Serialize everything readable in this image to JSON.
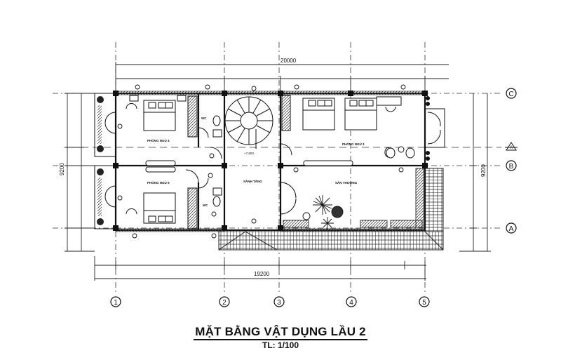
{
  "drawing": {
    "title": "MẶT BẰNG VẬT DỤNG LẦU 2",
    "scale": "TL: 1/100",
    "dimensions": {
      "overall_top": "20000",
      "overall_bottom": "19200",
      "left_side": "9200",
      "right_side": "9200"
    },
    "grid_columns": [
      "1",
      "2",
      "3",
      "4",
      "5"
    ],
    "grid_rows": [
      "C",
      "B",
      "A"
    ],
    "section_marker": "A",
    "rooms": [
      {
        "name": "PHÒNG NGỦ 4",
        "id": "bedroom-4"
      },
      {
        "name": "PHÒNG NGỦ 5",
        "id": "bedroom-5"
      },
      {
        "name": "PHÒNG NGỦ 3",
        "id": "bedroom-3"
      },
      {
        "name": "WC",
        "id": "wc-upper"
      },
      {
        "name": "WC",
        "id": "wc-lower"
      },
      {
        "name": "SẢNH TẦNG",
        "id": "floor-hall"
      },
      {
        "name": "SÂN THƯỢNG",
        "id": "terrace"
      }
    ],
    "level_mark": "+7.800"
  },
  "colors": {
    "line": "#1a1a1a",
    "background": "#ffffff",
    "hatch": "#555555"
  }
}
